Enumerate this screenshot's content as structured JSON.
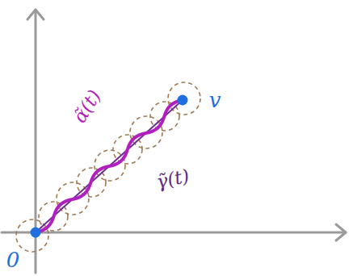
{
  "diagram": {
    "labels": [
      "v",
      "α̃(t)",
      "γ̃(t)",
      "0"
    ]
  }
}
